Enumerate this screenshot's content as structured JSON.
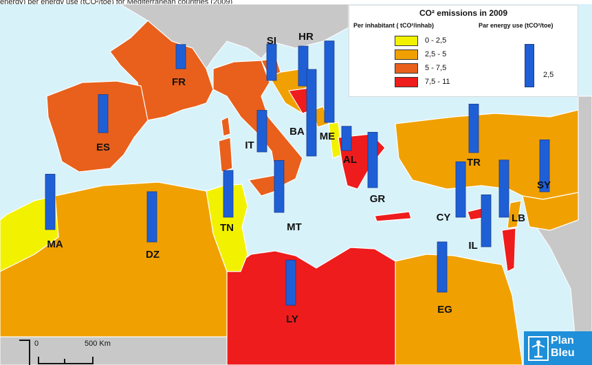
{
  "caption_fragment": "energy) per energy use (tCO²/toe) for Mediterranean countries (2009)",
  "legend": {
    "title": "CO²  emissions in 2009",
    "per_inhabitant_header": "Per inhabitant ( tCO²/inhab)",
    "per_energy_header": "Par energy use (tCO²/toe)",
    "classes": [
      {
        "label": "0 - 2,5",
        "color": "#f2f200"
      },
      {
        "label": "2,5 - 5",
        "color": "#f0a000"
      },
      {
        "label": "5 - 7,5",
        "color": "#e8601c"
      },
      {
        "label": "7,5 - 11",
        "color": "#ee1c1c"
      }
    ],
    "bar_reference_label": "2,5",
    "bar_reference_value": 2.5
  },
  "colors": {
    "sea": "#d8f2fa",
    "non_mediterranean": "#c8c8c8",
    "bar": "#1f5fd6"
  },
  "countries": [
    {
      "code": "FR",
      "class": 2,
      "co2_per_energy": 1.4
    },
    {
      "code": "ES",
      "class": 2,
      "co2_per_energy": 2.2
    },
    {
      "code": "IT",
      "class": 2,
      "co2_per_energy": 2.4
    },
    {
      "code": "SI",
      "class": 2,
      "co2_per_energy": 2.1
    },
    {
      "code": "HR",
      "class": 1,
      "co2_per_energy": 2.3
    },
    {
      "code": "BA",
      "class": 3,
      "co2_per_energy": 5.0
    },
    {
      "code": "ME",
      "class": 1,
      "co2_per_energy": 4.7
    },
    {
      "code": "AL",
      "class": 0,
      "co2_per_energy": 1.4
    },
    {
      "code": "GR",
      "class": 3,
      "co2_per_energy": 3.2
    },
    {
      "code": "TR",
      "class": 1,
      "co2_per_energy": 2.8
    },
    {
      "code": "CY",
      "class": 3,
      "co2_per_energy": 3.2
    },
    {
      "code": "LB",
      "class": 1,
      "co2_per_energy": 3.3
    },
    {
      "code": "SY",
      "class": 1,
      "co2_per_energy": 3.0
    },
    {
      "code": "IL",
      "class": 3,
      "co2_per_energy": 3.0
    },
    {
      "code": "EG",
      "class": 1,
      "co2_per_energy": 2.9
    },
    {
      "code": "LY",
      "class": 3,
      "co2_per_energy": 2.6
    },
    {
      "code": "TN",
      "class": 0,
      "co2_per_energy": 2.7
    },
    {
      "code": "MT",
      "class": 3,
      "co2_per_energy": 3.0
    },
    {
      "code": "DZ",
      "class": 1,
      "co2_per_energy": 2.9
    },
    {
      "code": "MA",
      "class": 0,
      "co2_per_energy": 3.2
    }
  ],
  "scale": {
    "start_label": "0",
    "end_label": "500  Km"
  },
  "logo": {
    "line1": "Plan",
    "line2": "Bleu"
  }
}
